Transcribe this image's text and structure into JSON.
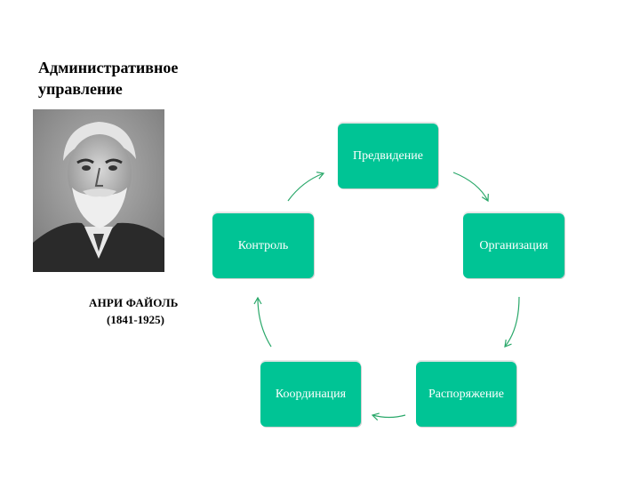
{
  "title": {
    "line1": "Административное",
    "line2": "управление"
  },
  "portrait": {
    "caption_name": "АНРИ ФАЙОЛЬ",
    "caption_years": "(1841-1925)"
  },
  "cycle": {
    "nodes": [
      {
        "label": "Предвидение"
      },
      {
        "label": "Организация"
      },
      {
        "label": "Распоряжение"
      },
      {
        "label": "Координация"
      },
      {
        "label": "Контроль"
      }
    ]
  },
  "colors": {
    "node_fill": "#00c495",
    "arrow": "#2aa86a"
  }
}
